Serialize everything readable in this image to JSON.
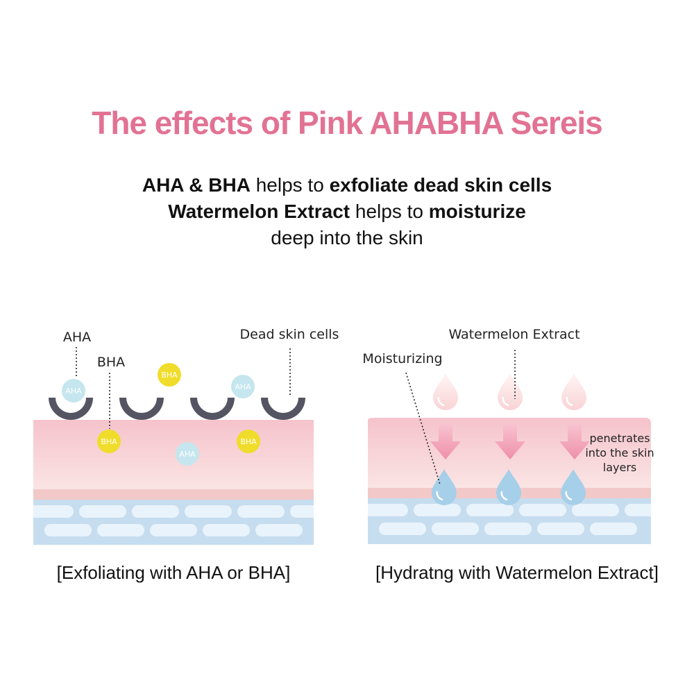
{
  "title": "The effects of Pink AHABHA Sereis",
  "colors": {
    "title_pink": "#e27293",
    "skin_pink_top": "#f5c3cb",
    "skin_pink_bottom": "#fbe7e6",
    "basal_pink": "#f2c9c8",
    "blue_layer": "#c6ddef",
    "blue_cell": "#e9f3fb",
    "dead_cell": "#555462",
    "aha_bubble": "#c5e6ee",
    "bha_bubble": "#f0dc2a",
    "drop_pink": "#fadcdd",
    "drop_blue": "#a6cfe9",
    "arrow_pink": "#f19cb3"
  },
  "subtitle": {
    "line1": {
      "b1": "AHA & BHA",
      "t1": " helps to ",
      "b2": "exfoliate dead skin cells"
    },
    "line2": {
      "b1": "Watermelon Extract",
      "t1": " helps to ",
      "b2": "moisturize"
    },
    "line3": "deep into the skin"
  },
  "left": {
    "label_aha": "AHA",
    "label_bha": "BHA",
    "label_dead": "Dead skin cells",
    "bubble_aha": "AHA",
    "bubble_bha": "BHA",
    "caption": "[Exfoliating with AHA or BHA]"
  },
  "right": {
    "label_extract": "Watermelon Extract",
    "label_moist": "Moisturizing",
    "penetrates_1": "penetrates",
    "penetrates_2": "into the skin",
    "penetrates_3": "layers",
    "caption": "[Hydratng with Watermelon Extract]"
  }
}
